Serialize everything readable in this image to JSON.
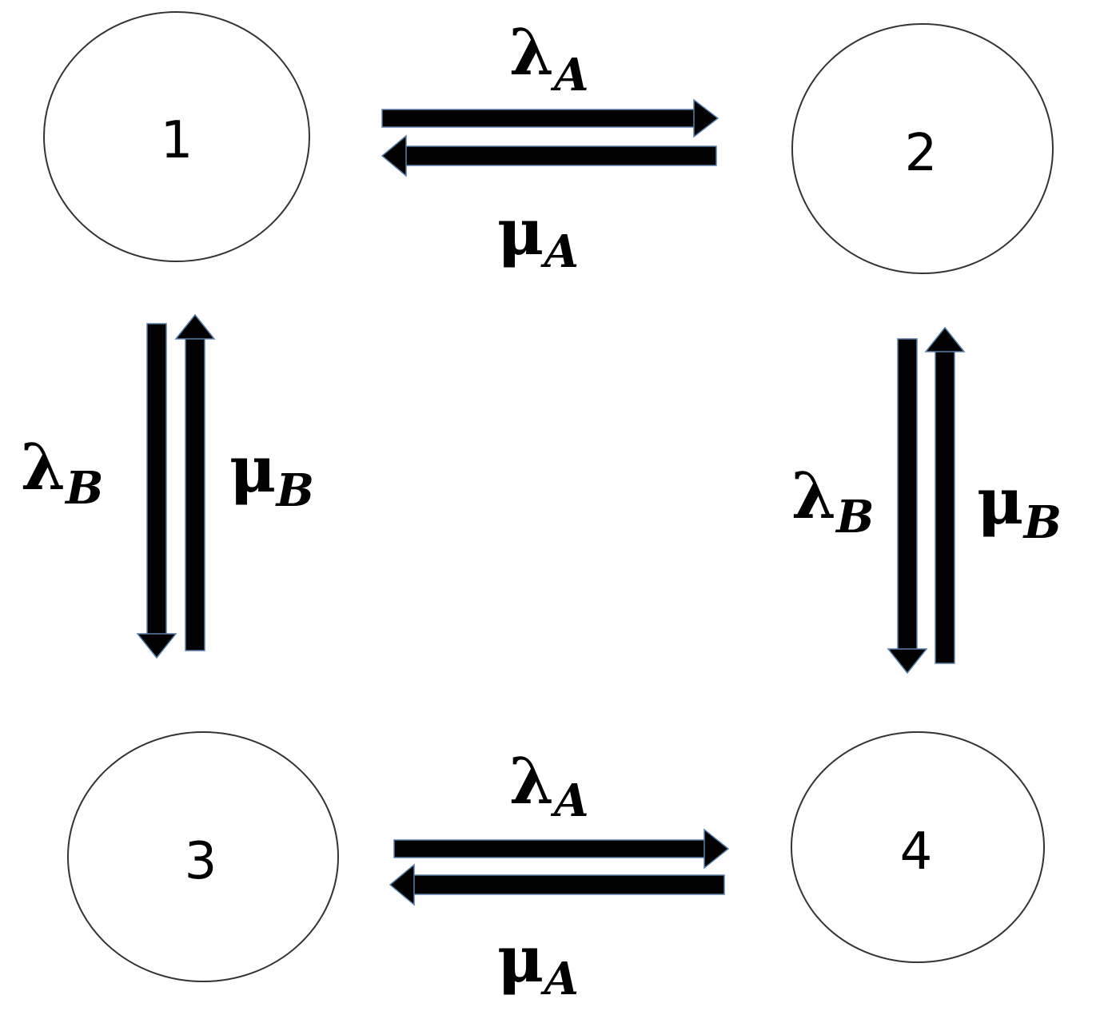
{
  "diagram": {
    "states": [
      {
        "id": "s1",
        "label": "1"
      },
      {
        "id": "s2",
        "label": "2"
      },
      {
        "id": "s3",
        "label": "3"
      },
      {
        "id": "s4",
        "label": "4"
      }
    ],
    "transitions": [
      {
        "id": "t12",
        "from": "1",
        "to": "2",
        "symbol": "λ",
        "subscript": "A"
      },
      {
        "id": "t21",
        "from": "2",
        "to": "1",
        "symbol": "μ",
        "subscript": "A"
      },
      {
        "id": "t34",
        "from": "3",
        "to": "4",
        "symbol": "λ",
        "subscript": "A"
      },
      {
        "id": "t43",
        "from": "4",
        "to": "3",
        "symbol": "μ",
        "subscript": "A"
      },
      {
        "id": "t13",
        "from": "1",
        "to": "3",
        "symbol": "λ",
        "subscript": "B"
      },
      {
        "id": "t31",
        "from": "3",
        "to": "1",
        "symbol": "μ",
        "subscript": "B"
      },
      {
        "id": "t24",
        "from": "2",
        "to": "4",
        "symbol": "λ",
        "subscript": "B"
      },
      {
        "id": "t42",
        "from": "4",
        "to": "2",
        "symbol": "μ",
        "subscript": "B"
      }
    ],
    "colors": {
      "arrow_fill": "#000000",
      "arrow_outline": "#5a7fa8",
      "circle_stroke": "#333333",
      "background": "#ffffff"
    }
  }
}
